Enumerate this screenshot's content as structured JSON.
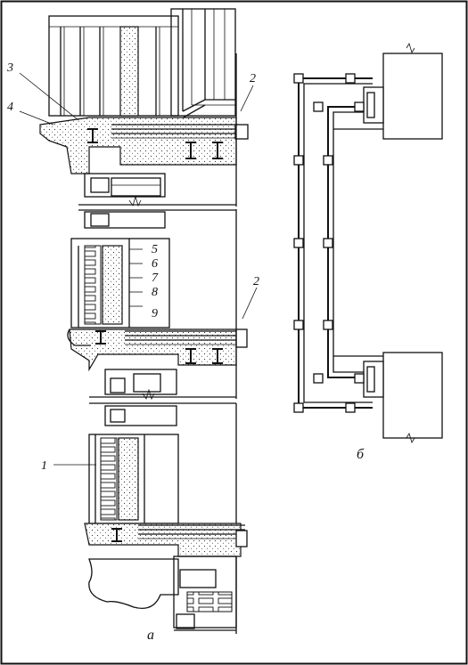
{
  "figure": {
    "panel_labels": {
      "a": "а",
      "b": "б"
    },
    "callouts": {
      "c1": "1",
      "c2_top": "2",
      "c2_mid": "2",
      "c3": "3",
      "c4": "4",
      "c5": "5",
      "c6": "6",
      "c7": "7",
      "c8": "8",
      "c9": "9"
    }
  }
}
